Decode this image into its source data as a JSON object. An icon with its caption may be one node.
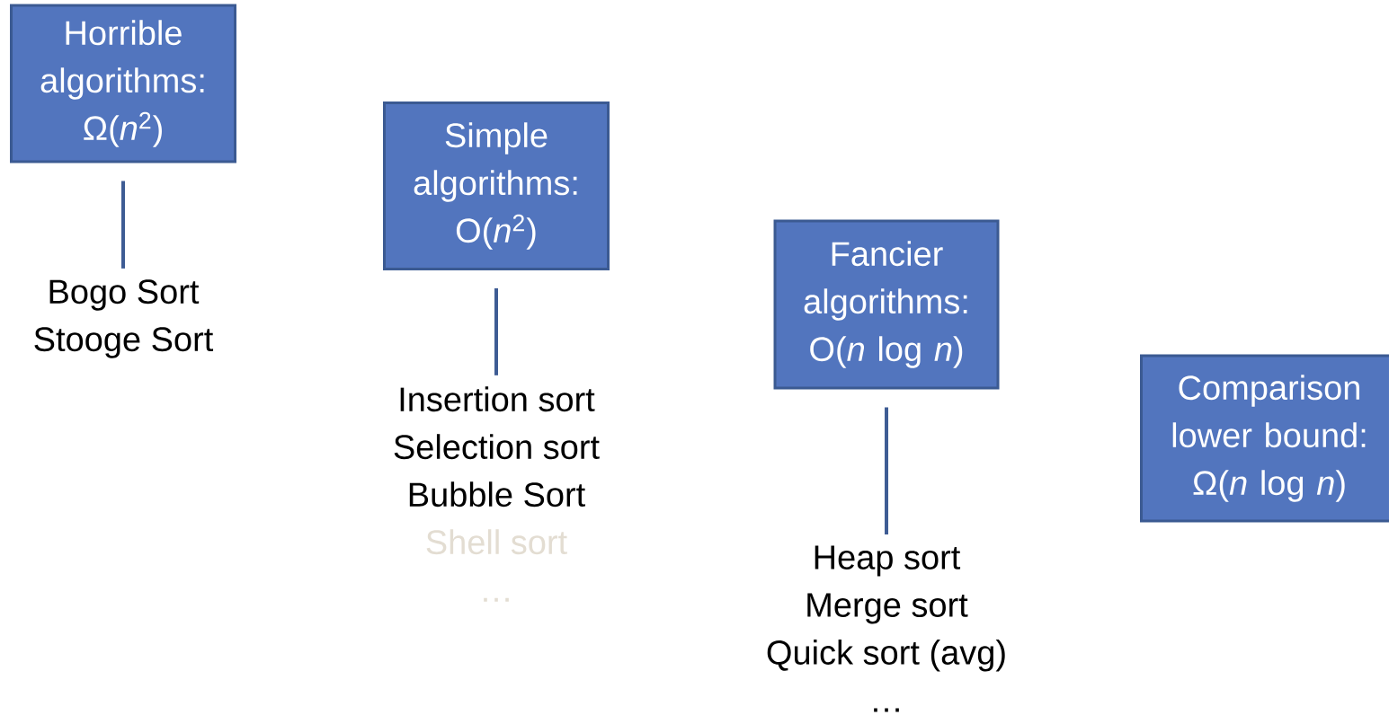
{
  "diagram": {
    "nodes": [
      {
        "text": [
          "Horrible algorithms: Ω(*n*$^{2}$)"
        ]
      },
      {
        "text": [
          "Simple algorithms: O(*n*$^{2}$)"
        ]
      },
      {
        "text": [
          "Fancier algorithms: O(*n* log *n*)"
        ]
      },
      {
        "text": [
          "Comparison lower bound: Ω(*n* log *n*)"
        ]
      },
      {
        "text": [
          "Bogo Sort",
          "Stooge Sort"
        ]
      },
      {
        "text": [
          "Insertion sort",
          "Selection sort",
          "Bubble Sort",
          "Shell sort",
          "…"
        ]
      },
      {
        "text": [
          "Heap sort",
          "Merge sort",
          "Quick sort (avg)",
          "…"
        ]
      }
    ],
    "edges": [
      {
        "from": 0,
        "to": 4,
        "arrow": "none"
      },
      {
        "from": 1,
        "to": 5,
        "arrow": "none"
      },
      {
        "from": 2,
        "to": 6,
        "arrow": "none"
      }
    ]
  }
}
